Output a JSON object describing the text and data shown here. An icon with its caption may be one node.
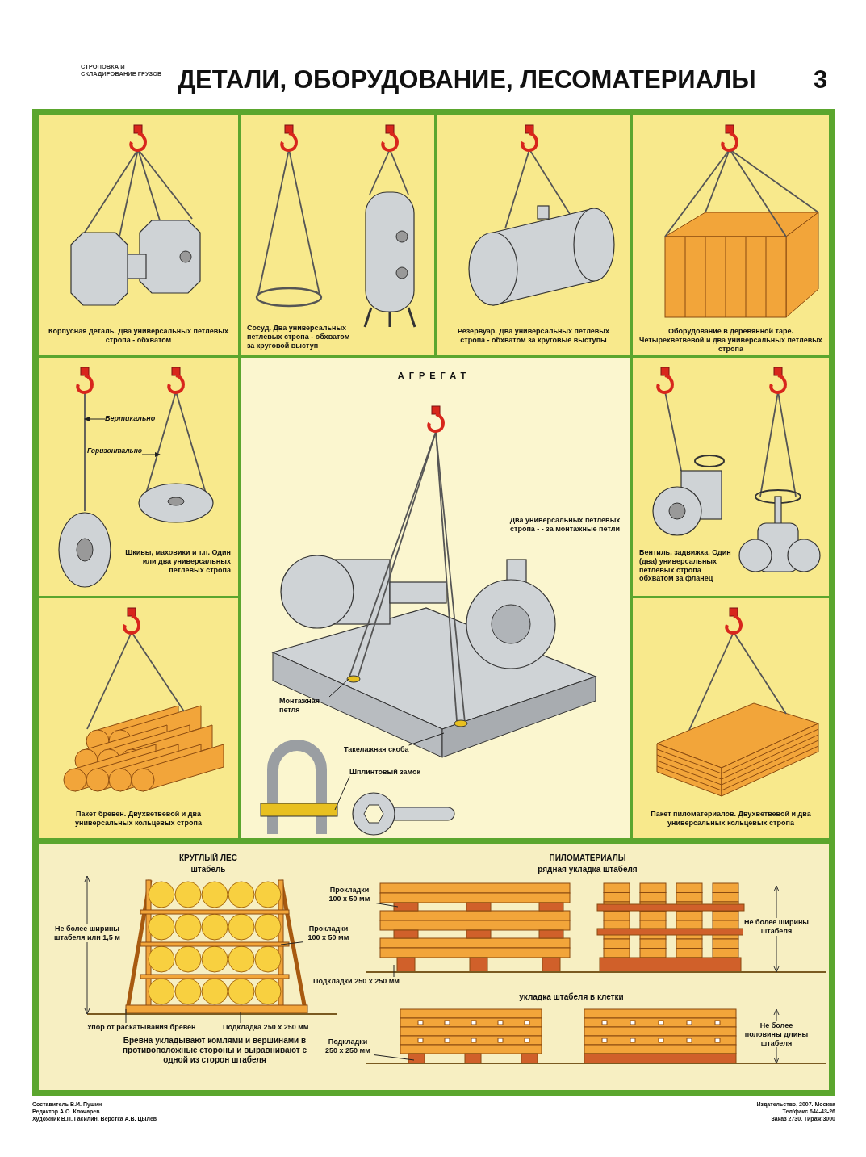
{
  "diagram": {
    "title": "ДЕТАЛИ, ОБОРУДОВАНИЕ, ЛЕСОМАТЕРИАЛЫ",
    "nodes": [
      {
        "text": [
          "Корпусная деталь. Два универсальных петлевых стропа - обхватом"
        ]
      },
      {
        "text": [
          "Сосуд. Два универсальных петлевых стропа - обхватом за круговой выступ"
        ]
      },
      {
        "text": [
          "Резервуар. Два универсальных петлевых стропа - обхватом за круговые выступы"
        ]
      },
      {
        "text": [
          "Оборудование в деревянной таре. Четырехветвевой и два универсальных петлевых стропа"
        ]
      },
      {
        "text": [
          "Шкивы, маховики и т.п. Один или два универсальных петлевых стропа"
        ]
      },
      {
        "text": [
          "Вертикально"
        ],
        "in": 4
      },
      {
        "text": [
          "Горизонтально"
        ],
        "in": 4
      },
      {
        "text": [
          "АГРЕГАТ",
          "Два универсальных петлевых стропа - - за монтажные петли"
        ]
      },
      {
        "text": [
          "Монтажная петля"
        ],
        "in": 7
      },
      {
        "text": [
          "Такелажная скоба"
        ],
        "in": 7
      },
      {
        "text": [
          "Шплинтовый замок"
        ],
        "in": 7
      },
      {
        "text": [
          "Вентиль, задвижка. Один (два) универсальных петлевых стропа обхватом за фланец"
        ]
      },
      {
        "text": [
          "Пакет бревен. Двухветвевой и два универсальных кольцевых стропа"
        ]
      },
      {
        "text": [
          "Пакет пиломатериалов. Двухветвевой и два универсальных кольцевых стропа"
        ]
      },
      {
        "text": [
          "КРУГЛЫЙ ЛЕС",
          "штабель",
          "ПИЛОМАТЕРИАЛЫ",
          "рядная укладка штабеля",
          "укладка штабеля в клетки",
          "Бревна укладывают комлями и вершинами в противоположные стороны и выравнивают с одной из сторон штабеля"
        ]
      },
      {
        "text": [
          "Прокладки 100 x 50 мм"
        ],
        "in": 14
      },
      {
        "text": [
          "Упор от раскатывания бревен"
        ],
        "in": 14
      },
      {
        "text": [
          "Подкладка 250 x 250 мм"
        ],
        "in": 14
      },
      {
        "text": [
          "Прокладки 100 x 50 мм"
        ],
        "in": 14
      },
      {
        "text": [
          "Подкладки 250 x 250 мм"
        ],
        "in": 14
      },
      {
        "text": [
          "Подкладки 250 x 250 мм"
        ],
        "in": 14
      }
    ],
    "edges": [
      {
        "from": 5,
        "to": null,
        "arrow": "to"
      },
      {
        "from": 6,
        "to": null,
        "arrow": "to"
      },
      {
        "from": 8,
        "to": null,
        "arrow": "none"
      },
      {
        "from": 9,
        "to": null,
        "arrow": "none"
      },
      {
        "from": 10,
        "to": null,
        "arrow": "none"
      },
      {
        "from": 15,
        "to": null,
        "arrow": "none"
      },
      {
        "from": 16,
        "to": null,
        "arrow": "none"
      },
      {
        "from": 17,
        "to": null,
        "arrow": "none"
      },
      {
        "from": 18,
        "to": null,
        "arrow": "none"
      },
      {
        "from": 19,
        "to": null,
        "arrow": "none"
      },
      {
        "from": 20,
        "to": null,
        "arrow": "none"
      }
    ],
    "labels": [
      "СТРОПОВКА И СКЛАДИРОВАНИЕ ГРУЗОВ",
      "3",
      "Не более ширины штабеля или 1,5 м",
      "Не более ширины штабеля",
      "Не более половины длины штабеля",
      "Составитель В.И. Пушин",
      "Редактор А.О. Клочарев",
      "Художник В.П. Гасилин. Верстка А.В. Цылев",
      "Издательство, 2007. Москва",
      "Тел/факс 644-43-26",
      "Заказ 2730. Тираж 3000"
    ]
  }
}
